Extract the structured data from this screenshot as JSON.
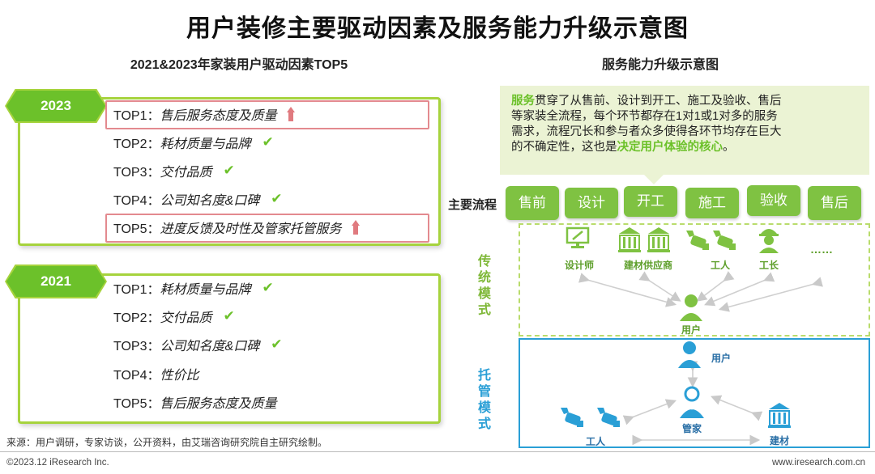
{
  "title": "用户装修主要驱动因素及服务能力升级示意图",
  "left": {
    "subtitle": "2021&2023年家装用户驱动因素TOP5",
    "panels": [
      {
        "year": "2023",
        "items": [
          {
            "rank": "TOP1：",
            "text": "售后服务态度及质量",
            "mark": "up"
          },
          {
            "rank": "TOP2：",
            "text": "耗材质量与品牌",
            "mark": "check"
          },
          {
            "rank": "TOP3：",
            "text": "交付品质",
            "mark": "check"
          },
          {
            "rank": "TOP4：",
            "text": "公司知名度&口碑",
            "mark": "check"
          },
          {
            "rank": "TOP5：",
            "text": "进度反馈及时性及管家托管服务",
            "mark": "up"
          }
        ]
      },
      {
        "year": "2021",
        "items": [
          {
            "rank": "TOP1：",
            "text": "耗材质量与品牌",
            "mark": "check"
          },
          {
            "rank": "TOP2：",
            "text": "交付品质",
            "mark": "check"
          },
          {
            "rank": "TOP3：",
            "text": "公司知名度&口碑",
            "mark": "check"
          },
          {
            "rank": "TOP4：",
            "text": "性价比",
            "mark": ""
          },
          {
            "rank": "TOP5：",
            "text": "售后服务态度及质量",
            "mark": ""
          }
        ]
      }
    ],
    "check_glyph": "✔"
  },
  "right": {
    "subtitle": "服务能力升级示意图",
    "callout": {
      "em1": "服务",
      "line1": "贯穿了从售前、设计到开工、施工及验收、售后",
      "line2": "等家装全流程，每个环节都存在1对1或1对多的服务",
      "line3": "需求，流程冗长和参与者众多使得各环节均存在巨大",
      "line4a": "的不确定性，这也是",
      "em2": "决定用户体验的核心",
      "line4b": "。"
    },
    "process_label": "主要流程",
    "stages": [
      "售前",
      "设计",
      "开工",
      "施工",
      "验收",
      "售后"
    ],
    "traditional": {
      "label": "传统模式",
      "nodes": {
        "designer": "设计师",
        "supplier": "建材供应商",
        "worker": "工人",
        "foreman": "工长",
        "more": "……",
        "user": "用户"
      }
    },
    "hosted": {
      "label": "托管模式",
      "nodes": {
        "user": "用户",
        "worker": "工人",
        "butler": "管家",
        "material": "建材"
      }
    },
    "colors": {
      "green": "#7fc242",
      "light_green": "#a6d33d",
      "blue": "#2a9fd6",
      "pink": "#e38a8f"
    }
  },
  "footer": {
    "source": "来源：用户调研，专家访谈，公开资料，由艾瑞咨询研究院自主研究绘制。",
    "copyright": "©2023.12 iResearch Inc.",
    "url": "www.iresearch.com.cn"
  }
}
